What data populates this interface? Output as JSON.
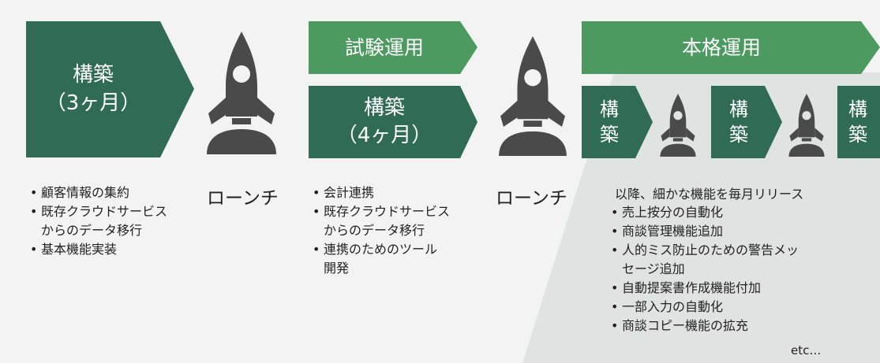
{
  "colors": {
    "dark_green": "#2f6b55",
    "light_green": "#4c9a5f",
    "background": "#f3f3f3",
    "panel": "#dfe3e1"
  },
  "phase1": {
    "build_label": "構築",
    "build_duration": "（3ヶ月）",
    "launch_label": "ローンチ",
    "items": [
      "顧客情報の集約",
      "既存クラウドサービス\nからのデータ移行",
      "基本機能実装"
    ]
  },
  "phase2": {
    "stage_label": "試験運用",
    "build_label": "構築",
    "build_duration": "（4ヶ月）",
    "launch_label": "ローンチ",
    "items": [
      "会計連携",
      "既存クラウドサービス\nからのデータ移行",
      "連携のためのツール\n開発"
    ]
  },
  "phase3": {
    "stage_label": "本格運用",
    "build_cycle": [
      {
        "line1": "構",
        "line2": "築"
      },
      {
        "line1": "構",
        "line2": "築"
      },
      {
        "line1": "構",
        "line2": "築"
      }
    ],
    "intro": "以降、細かな機能を毎月リリース",
    "items": [
      "売上按分の自動化",
      "商談管理機能追加",
      "人的ミス防止のための警告メッ\nセージ追加",
      "自動提案書作成機能付加",
      "一部入力の自動化",
      "商談コピー機能の拡充"
    ],
    "etc": "etc…"
  },
  "icons": {
    "rocket": "rocket-icon"
  }
}
